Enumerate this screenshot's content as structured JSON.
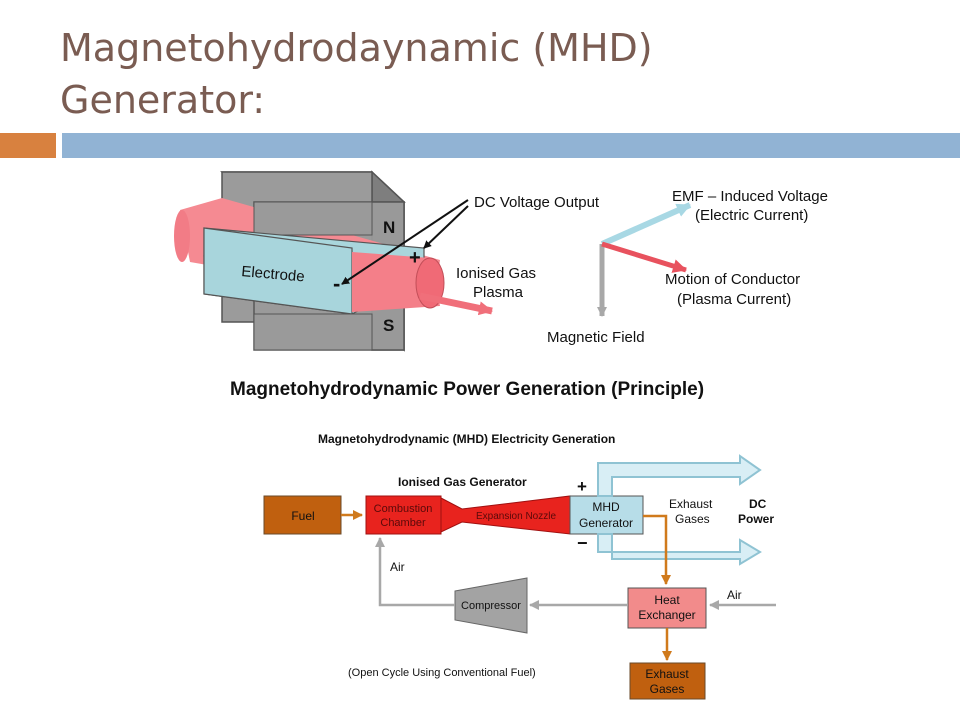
{
  "slide": {
    "title_line1": "Magnetohydrodaynamic (MHD)",
    "title_line2": "Generator:",
    "accent_left": "#d8813f",
    "accent_right": "#91b3d4",
    "title_color": "#7a5c52"
  },
  "principle": {
    "pole_n": "N",
    "pole_s": "S",
    "electrode": "Electrode",
    "plus": "+",
    "minus": "-",
    "dc_output": "DC Voltage Output",
    "plasma_line1": "Ionised Gas",
    "plasma_line2": "Plasma",
    "emf_line1": "EMF – Induced Voltage",
    "emf_line2": "(Electric Current)",
    "motion_line1": "Motion of Conductor",
    "motion_line2": "(Plasma Current)",
    "field": "Magnetic Field",
    "caption": "Magnetohydrodynamic Power Generation (Principle)"
  },
  "flow": {
    "title": "Magnetohydrodynamic (MHD) Electricity Generation",
    "ionised_gas_generator": "Ionised Gas Generator",
    "fuel": "Fuel",
    "combustion_line1": "Combustion",
    "combustion_line2": "Chamber",
    "nozzle": "Expansion Nozzle",
    "mhd_line1": "MHD",
    "mhd_line2": "Generator",
    "plus": "+",
    "minus": "−",
    "exhaust_line1": "Exhaust",
    "exhaust_line2": "Gases",
    "dc_line1": "DC",
    "dc_line2": "Power",
    "air_left": "Air",
    "air_right": "Air",
    "compressor": "Compressor",
    "heat_line1": "Heat",
    "heat_line2": "Exchanger",
    "exhaust_box_line1": "Exhaust",
    "exhaust_box_line2": "Gases",
    "caption": "(Open Cycle Using Conventional Fuel)"
  }
}
